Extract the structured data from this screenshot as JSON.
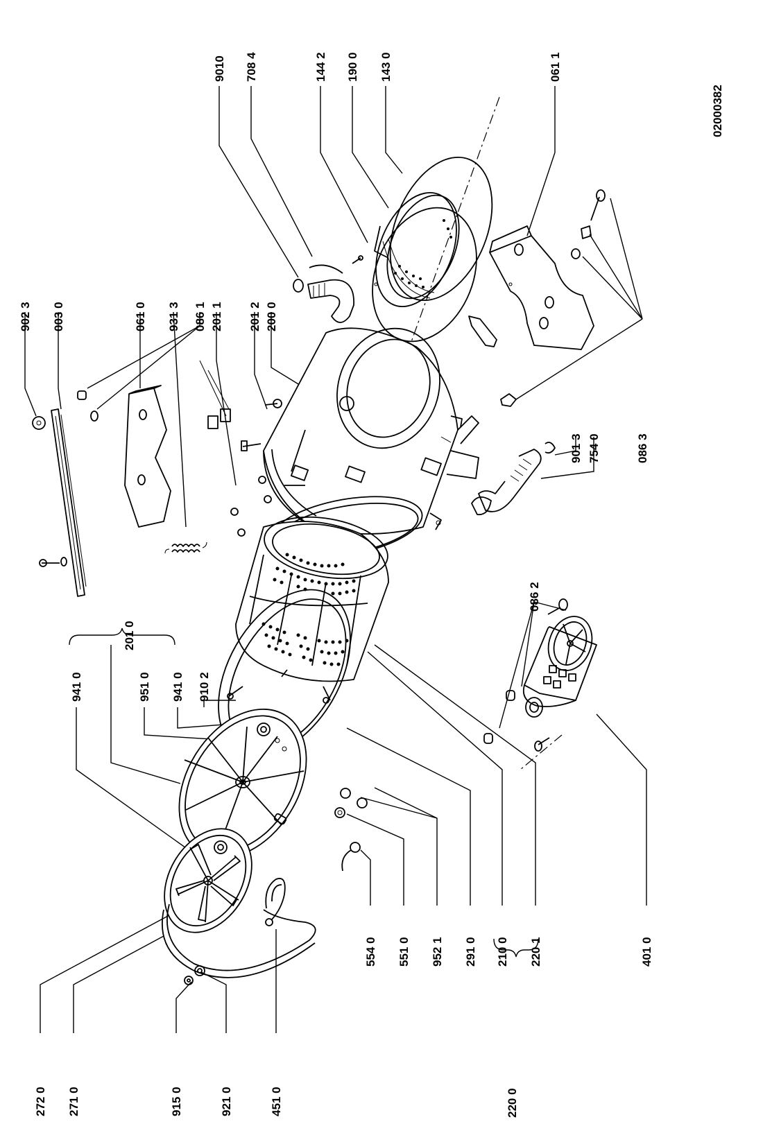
{
  "document_id": "02000382",
  "labels": [
    {
      "id": "l9023",
      "text": "902 3"
    },
    {
      "id": "l0030",
      "text": "003 0"
    },
    {
      "id": "l0610",
      "text": "061 0"
    },
    {
      "id": "l9313",
      "text": "931 3"
    },
    {
      "id": "l0861",
      "text": "086 1"
    },
    {
      "id": "l2011",
      "text": "201 1"
    },
    {
      "id": "l2012",
      "text": "201 2"
    },
    {
      "id": "l2000",
      "text": "200 0"
    },
    {
      "id": "l9010",
      "text": "9010"
    },
    {
      "id": "l7084",
      "text": "708 4"
    },
    {
      "id": "l1442",
      "text": "144 2"
    },
    {
      "id": "l1900",
      "text": "190 0"
    },
    {
      "id": "l1430",
      "text": "143 0"
    },
    {
      "id": "l0611",
      "text": "061 1"
    },
    {
      "id": "l0863",
      "text": "086 3"
    },
    {
      "id": "l9013",
      "text": "901 3"
    },
    {
      "id": "l7540",
      "text": "754 0"
    },
    {
      "id": "l0862",
      "text": "086 2"
    },
    {
      "id": "l2010",
      "text": "201 0"
    },
    {
      "id": "l9410a",
      "text": "941 0"
    },
    {
      "id": "l9510",
      "text": "951 0"
    },
    {
      "id": "l9410b",
      "text": "941 0"
    },
    {
      "id": "l9102",
      "text": "910 2"
    },
    {
      "id": "l2720",
      "text": "272 0"
    },
    {
      "id": "l2710",
      "text": "271 0"
    },
    {
      "id": "l9150",
      "text": "915 0"
    },
    {
      "id": "l9210",
      "text": "921 0"
    },
    {
      "id": "l4510",
      "text": "451 0"
    },
    {
      "id": "l2200",
      "text": "220 0"
    },
    {
      "id": "l5540",
      "text": "554 0"
    },
    {
      "id": "l5510",
      "text": "551 0"
    },
    {
      "id": "l9521",
      "text": "952 1"
    },
    {
      "id": "l2910",
      "text": "291 0"
    },
    {
      "id": "l2100",
      "text": "210 0"
    },
    {
      "id": "l2201",
      "text": "220 1"
    },
    {
      "id": "l4010",
      "text": "401 0"
    }
  ]
}
